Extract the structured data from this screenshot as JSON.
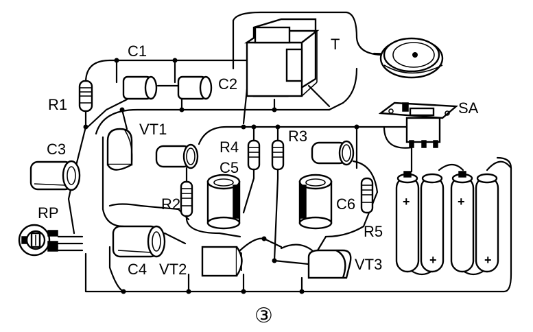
{
  "figure_label": "③",
  "components": {
    "C1": "C1",
    "C2": "C2",
    "C3": "C3",
    "C4": "C4",
    "C5": "C5",
    "C6": "C6",
    "R1": "R1",
    "R2": "R2",
    "R3": "R3",
    "R4": "R4",
    "R5": "R5",
    "RP": "RP",
    "T": "T",
    "SA": "SA",
    "VT1": "VT1",
    "VT2": "VT2",
    "VT3": "VT3"
  },
  "battery_polarity": "+"
}
